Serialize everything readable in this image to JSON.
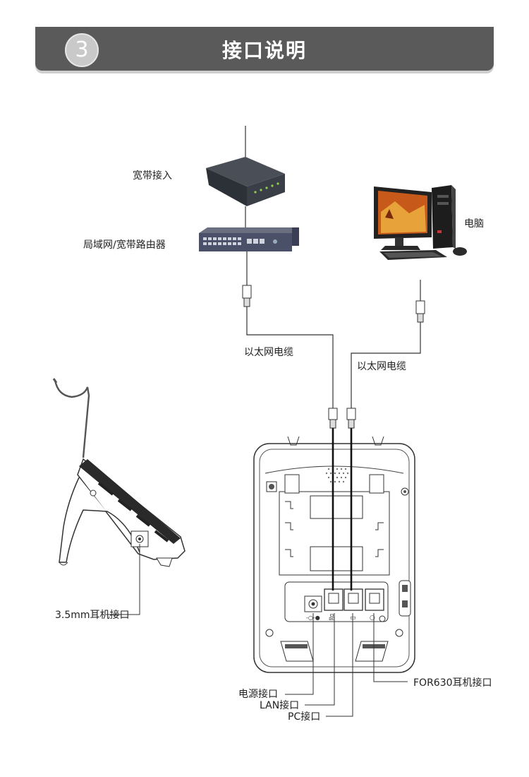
{
  "header": {
    "step_number": "3",
    "title": "接口说明"
  },
  "labels": {
    "broadband_in": "宽带接入",
    "lan_router": "局域网/宽带路由器",
    "computer": "电脑",
    "cable_1": "以太网电缆",
    "cable_2": "以太网电缆",
    "headset_35": "3.5mm耳机接口",
    "power_port": "电源接口",
    "lan_port": "LAN接口",
    "pc_port": "PC接口",
    "for630_port": "FOR630耳机接口"
  }
}
